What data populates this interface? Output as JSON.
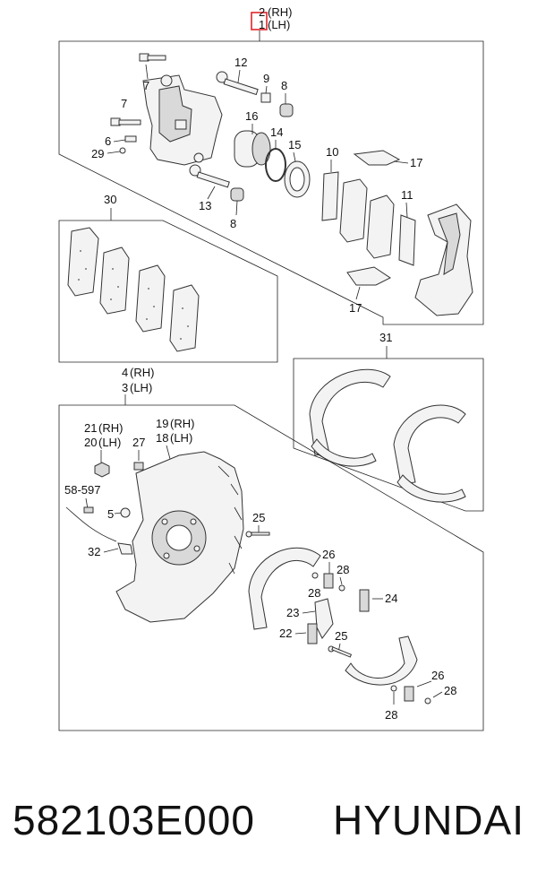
{
  "callouts": {
    "c2": "2",
    "rh_top": "(RH)",
    "c1": "1",
    "lh_top": "(LH)",
    "c12": "12",
    "c9": "9",
    "c8a": "8",
    "c7a": "7",
    "c7b": "7",
    "c16": "16",
    "c14": "14",
    "c15": "15",
    "c6": "6",
    "c29": "29",
    "c10": "10",
    "c17a": "17",
    "c11": "11",
    "c13": "13",
    "c8b": "8",
    "c30": "30",
    "c17b": "17",
    "c31": "31",
    "c4": "4",
    "rh4": "(RH)",
    "c3": "3",
    "lh3": "(LH)",
    "c21": "21",
    "rh21": "(RH)",
    "c20": "20",
    "lh20": "(LH)",
    "c27": "27",
    "c19": "19",
    "rh19": "(RH)",
    "c18": "18",
    "lh18": "(LH)",
    "c58": "58-597",
    "c5": "5",
    "c25a": "25",
    "c32": "32",
    "c26a": "26",
    "c28a": "28",
    "c28b": "28",
    "c24": "24",
    "c23": "23",
    "c22": "22",
    "c25b": "25",
    "c26b": "26",
    "c28c": "28",
    "c28d": "28"
  },
  "caption": {
    "part_number": "582103E000",
    "brand": "HYUNDAI"
  },
  "colors": {
    "highlight_box": "#e0262b",
    "line": "#222222"
  }
}
